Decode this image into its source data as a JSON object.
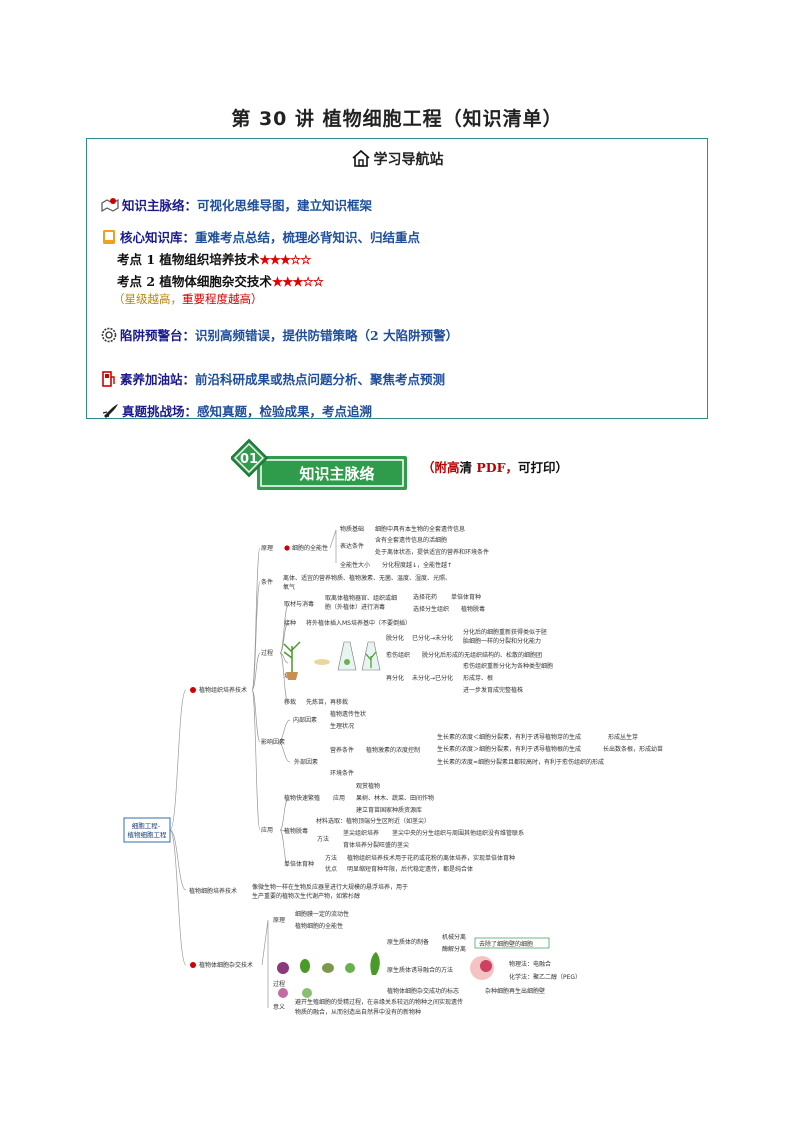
{
  "title": "第 30 讲  植物细胞工程（知识清单）",
  "nav": {
    "title": "学习导航站",
    "rows": [
      {
        "label": "知识主脉络：",
        "desc": "可视化思维导图，建立知识框架"
      },
      {
        "label": "核心知识库：",
        "desc": "重难考点总结，梳理必背知识、归结重点"
      },
      {
        "label": "陷阱预警台：",
        "desc": "识别高频错误，提供防错策略（2 大陷阱预警）"
      },
      {
        "label": "素养加油站：",
        "desc": "前沿科研成果或热点问题分析、聚焦考点预测"
      },
      {
        "label": "真题挑战场：",
        "desc": "感知真题，检验成果，考点追溯"
      }
    ],
    "points": [
      {
        "text": "考点 1  植物组织培养技术",
        "stars": "★★★☆☆"
      },
      {
        "text": "考点 2  植物体细胞杂交技术",
        "stars": "★★★☆☆"
      }
    ],
    "note_a": "（星级越高，",
    "note_b": "重要程度越高）"
  },
  "section": {
    "num": "01",
    "label": "知识主脉络"
  },
  "pdf": {
    "a": "（附高",
    "b": "清",
    "c": " PDF，",
    "d": "可打印）"
  },
  "colors": {
    "teal": "#2e8b57",
    "navy": "#1a1a8c",
    "red": "#d00000",
    "gold": "#b8860b",
    "green": "#2e9c4a"
  },
  "mindmap": {
    "root": [
      "细胞工程-",
      "植物细胞工程"
    ],
    "b1": "植物组织培养技术",
    "b2": "植物细胞培养技术",
    "b2desc": [
      "像微生物一样在生物反应器里进行大规模的悬浮培养，用于",
      "生产重要的植物次生代谢产物，如紫杉醇"
    ],
    "b3": "植物体细胞杂交技术",
    "yuanli": "原理",
    "quanneng": "细胞的全能性",
    "wzjc": "物质基础",
    "wzjc_d": "细胞中具有本生物的全套遗传信息",
    "bdtj": "表达条件",
    "bdtj_d1": "含有全套遗传信息的活细胞",
    "bdtj_d2": "处于离体状态，提供适宜的营养和环境条件",
    "qnx": "全能性大小",
    "qnx_d": "分化程度越↓，全能性越↑",
    "tiaojian": "条件",
    "tiaojian_d": [
      "离体、适宜的营养物质、植物激素、无菌、温度、湿度、光照、",
      "氧气"
    ],
    "guocheng": "过程",
    "qcxd": "取材与消毒",
    "qcxd_d": [
      "取离体植物器官、组织或细",
      "胞（外植体）进行消毒"
    ],
    "hf": "选择花药",
    "hf_d": "单倍体育种",
    "fsz": "选择分生组织",
    "fsz_d": "植物脱毒",
    "jiezhong": "接种",
    "jiezhong_d": "将外植体插入MS培养基中（不要倒插）",
    "peiyang": "培养",
    "tfh": "脱分化",
    "tfh_m": "已分化→未分化",
    "tfh_d": [
      "分化后的细胞重新获得类似于胚",
      "胎细胞一样的分裂和分化能力"
    ],
    "yszz": "愈伤组织",
    "yszz_d": "脱分化后形成的无组织结构的、松散的细胞团",
    "zfh": "再分化",
    "zfh_m": "未分化→已分化",
    "zfh_d": [
      "愈伤组织重新分化为各种类型细胞",
      "形成芽、根",
      "进一步发育成完整植株"
    ],
    "yizai": "移栽",
    "yizai_d": "先炼苗，再移栽",
    "yxys": "影响因素",
    "nbys": "内部因素",
    "nbys_d": [
      "植物遗传性状",
      "生理状况"
    ],
    "wbys": "外部因素",
    "yytj": "营养条件",
    "jsnd": "植物激素的浓度控制",
    "js1": "生长素的浓度＜细胞分裂素，有利于诱导植物芽的生成",
    "js1r": "形成丛生芽",
    "js2": "生长素的浓度＞细胞分裂素，有利于诱导植物根的生成",
    "js2r": "长出数条根，形成幼苗",
    "js3": "生长素的浓度≈细胞分裂素且都较高时，有利于愈伤组织的形成",
    "hjtj": "环境条件",
    "yingyong": "应用",
    "ksfz": "植物快速繁殖",
    "yy": "应用",
    "ksfz_d": [
      "观赏植物",
      "果树、林木、蔬菜、田间作物",
      "建立育苗国家种质资源库"
    ],
    "zwtd": "植物脱毒",
    "cl": "材料选取：植物顶端分生区附近（如茎尖）",
    "ff": "方法",
    "ff1": "茎尖组织培养",
    "ff1d": "茎尖中央的分生组织与周围其他组织没有维管联系",
    "ff2": "育体培养分裂旺盛的茎尖",
    "dbt": "单倍体育种",
    "dbt_ff": "方法",
    "dbt_ffd": "植物组织培养技术用于花药或花粉的离体培养，实现单倍体育种",
    "yd": "优点",
    "yd_d": "明显缩短育种年限，后代稳定遗传，都是纯合体",
    "b3yl": "原理",
    "b3yl_d": [
      "细胞膜一定的流动性",
      "植物细胞的全能性"
    ],
    "b3gc": "过程",
    "yzt": "原生质体的制备",
    "jxfl": "机械分离",
    "mjfl": "酶解分离",
    "qcbb": "去除了细胞壁的细胞",
    "yzt2": "原生质体诱导融合的方法",
    "wlf": "物理法：电融合",
    "hxf": "化学法：聚乙二醇（PEG）",
    "cgbz": "植物体细胞杂交成功的标志",
    "cgbz_d": "杂种细胞再生出细胞壁",
    "yiyi": "意义",
    "yiyi_d": [
      "避开生殖细胞的受精过程，在亲缘关系较远的物种之间实现遗传",
      "物质的融合，从而创造出自然界中没有的新物种"
    ]
  }
}
